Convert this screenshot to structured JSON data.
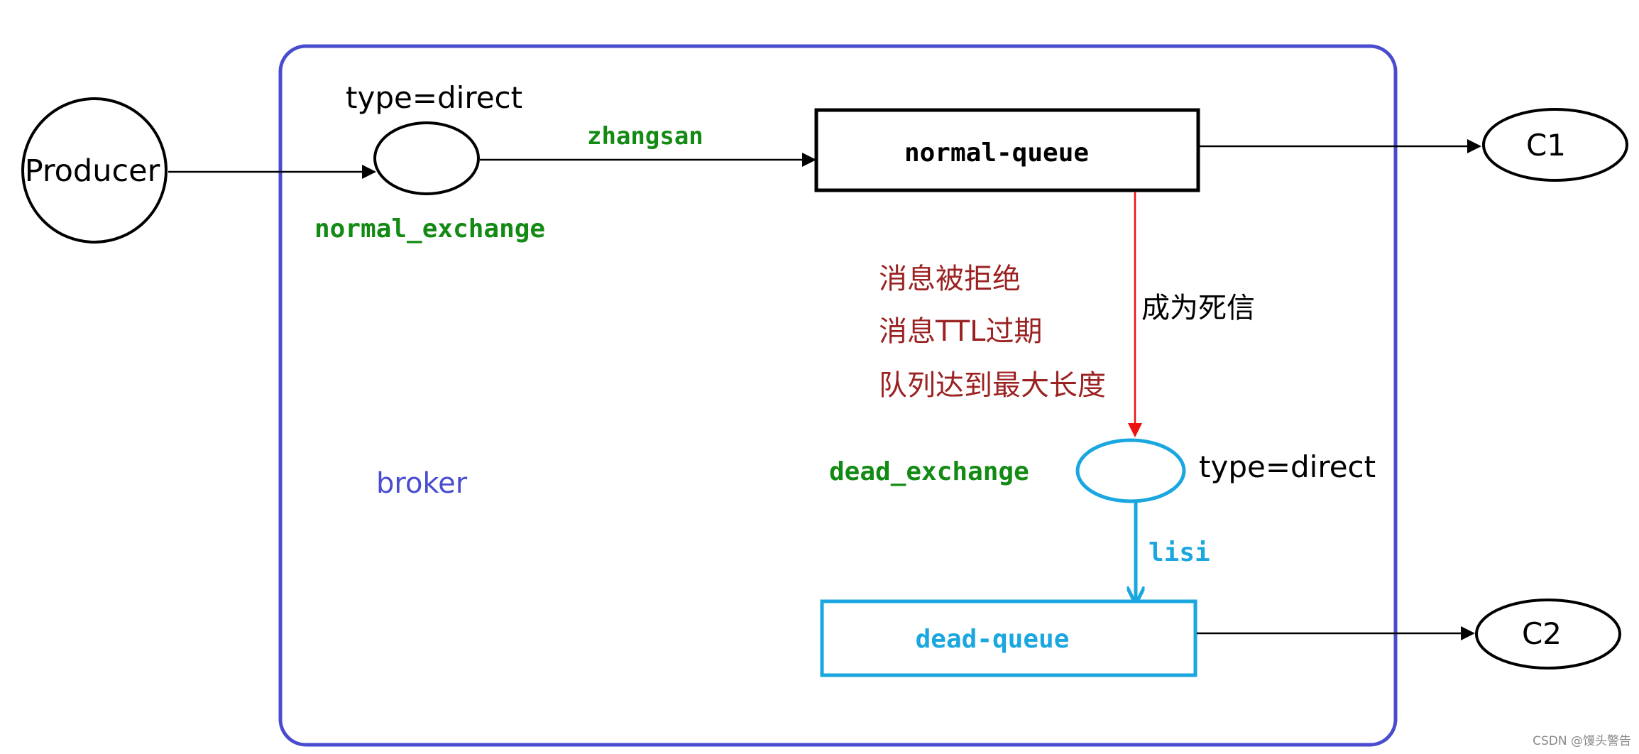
{
  "colors": {
    "broker_border": "#4a4ccf",
    "broker_label": "#4a4ccf",
    "green_label": "#138a13",
    "dead_blue": "#1aa7e0",
    "reason_text": "#9b2222",
    "red_arrow": "#ee1111",
    "black": "#000000"
  },
  "nodes": {
    "producer": "Producer",
    "c1": "C1",
    "c2": "C2",
    "normal_queue": "normal-queue",
    "dead_queue": "dead-queue"
  },
  "labels": {
    "normal_exchange_type": "type=direct",
    "normal_exchange_name": "normal_exchange",
    "routing_key_normal": "zhangsan",
    "broker": "broker",
    "becomes_dead_letter": "成为死信",
    "dead_exchange_name": "dead_exchange",
    "dead_exchange_type": "type=direct",
    "routing_key_dead": "lisi"
  },
  "dead_letter_reasons": [
    "消息被拒绝",
    "消息TTL过期",
    "队列达到最大长度"
  ],
  "watermark": "CSDN @馒头警告"
}
